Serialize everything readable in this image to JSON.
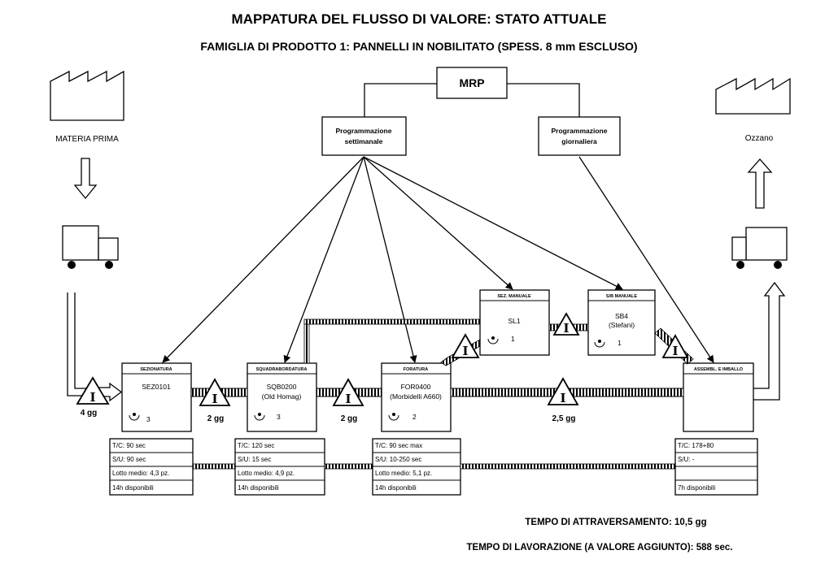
{
  "title": "MAPPATURA DEL FLUSSO DI VALORE: STATO ATTUALE",
  "subtitle": "FAMIGLIA DI PRODOTTO 1: PANNELLI IN NOBILITATO (SPESS. 8 mm ESCLUSO)",
  "supplier": {
    "label": "MATERIA PRIMA"
  },
  "customer": {
    "label": "Ozzano"
  },
  "mrp": "MRP",
  "weekly_schedule": [
    "Programmazione",
    "settimanale"
  ],
  "daily_schedule": [
    "Programmazione",
    "giornaliera"
  ],
  "inventory_symbol": "I",
  "inventory_times": [
    "4 gg",
    "2 gg",
    "2 gg",
    "2,5 gg"
  ],
  "processes": [
    {
      "header": "SEZIONATURA",
      "lines": [
        "SEZ0101"
      ],
      "operators": "3",
      "data": [
        "T/C: 90 sec",
        "S/U: 90 sec",
        "Lotto medio: 4,3 pz.",
        "14h disponibili"
      ]
    },
    {
      "header": "SQUADRABORDATURA",
      "lines": [
        "SQB0200",
        "(Old Homag)"
      ],
      "operators": "3",
      "data": [
        "T/C: 120 sec",
        "S/U: 15 sec",
        "Lotto medio: 4,9 pz.",
        "14h disponibili"
      ]
    },
    {
      "header": "FORATURA",
      "lines": [
        "FOR0400",
        "(Morbidelli A660)"
      ],
      "operators": "2",
      "data": [
        "T/C: 90 sec max",
        "S/U: 10-250 sec",
        "Lotto medio: 5,1 pz.",
        "14h disponibili"
      ]
    },
    {
      "header": "SEZ. MANUALE",
      "lines": [
        "SL1"
      ],
      "operators": "1"
    },
    {
      "header": "S/B MANUALE",
      "lines": [
        "SB4",
        "(Stefani)"
      ],
      "operators": "1"
    },
    {
      "header": "ASSEMBL. E IMBALLO",
      "lines": [],
      "operators": "",
      "data": [
        "T/C: 178+80",
        "S/U: -",
        "",
        "7h disponibili"
      ]
    }
  ],
  "footer": {
    "lead_time": "TEMPO DI ATTRAVERSAMENTO: 10,5 gg",
    "process_time": "TEMPO DI LAVORAZIONE  (A VALORE AGGIUNTO): 588 sec."
  },
  "icons": {
    "factory": "factory-icon",
    "truck": "truck-icon",
    "operator": "operator-icon",
    "inventory": "inventory-triangle-icon",
    "push_arrow": "push-arrow-icon",
    "shipment_arrow": "shipment-arrow-icon"
  }
}
